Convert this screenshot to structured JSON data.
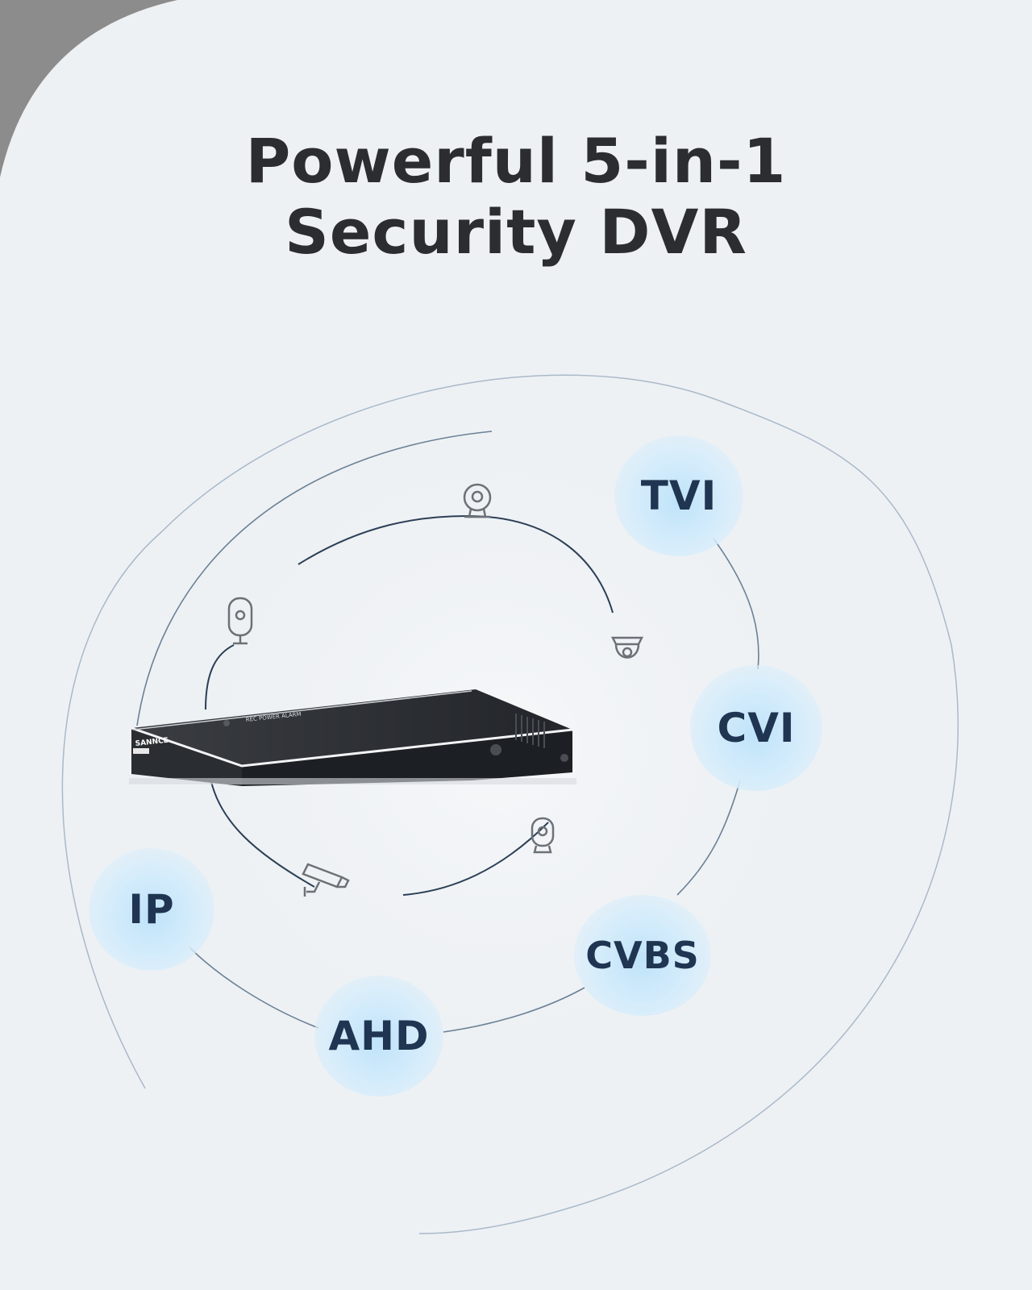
{
  "title": {
    "line1": "Powerful 5-in-1",
    "line2": "Security DVR"
  },
  "protocols": [
    "TVI",
    "CVI",
    "CVBS",
    "AHD",
    "IP"
  ],
  "dvr": {
    "brand": "SANNCE",
    "indicators": "REC  POWER  ALARM"
  },
  "icons": [
    "dome-camera-icon",
    "indoor-camera-icon",
    "bullet-camera-icon",
    "ptz-camera-icon",
    "cube-camera-icon"
  ],
  "colors": {
    "background": "#eef1f4",
    "corner": "#8a8a8a",
    "bubble": "#cfe9fb",
    "text": "#2b2d31",
    "label": "#1f3552"
  }
}
